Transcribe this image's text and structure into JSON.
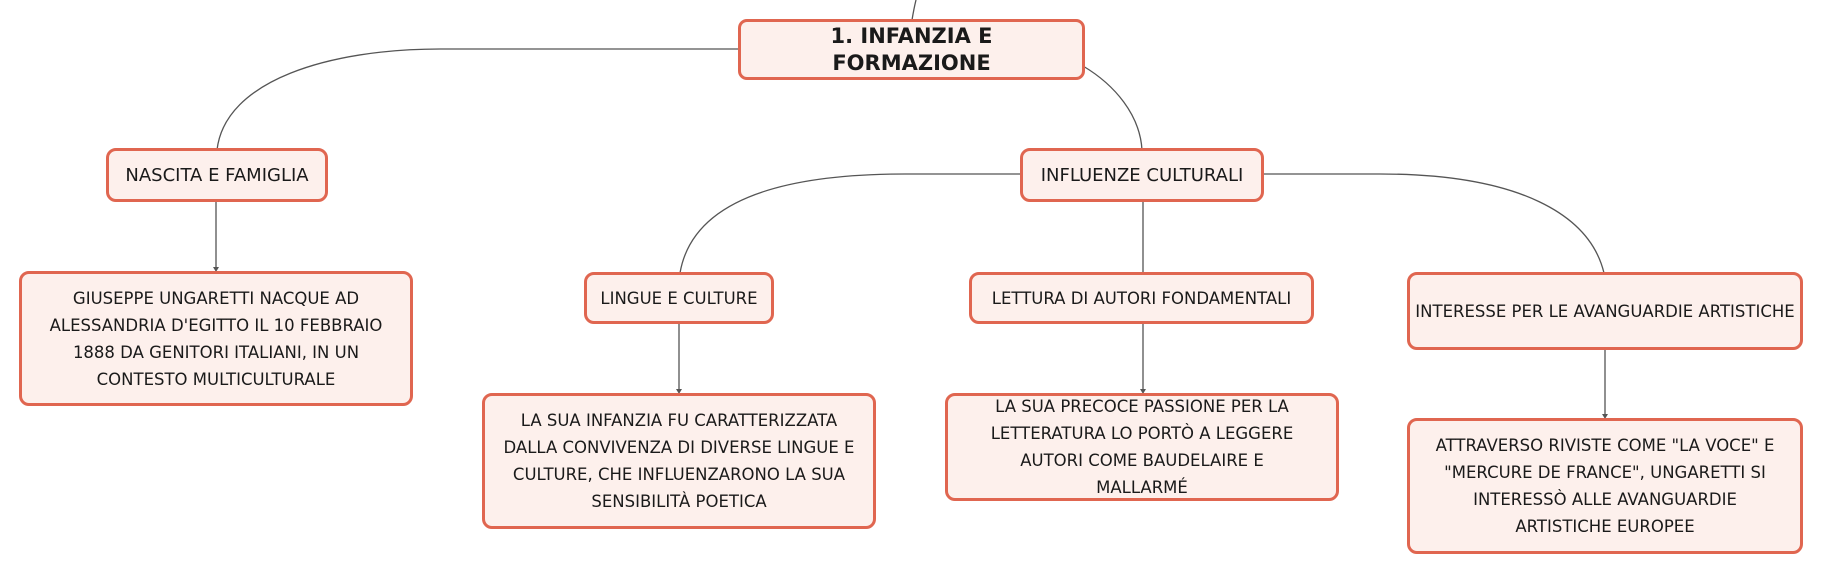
{
  "mindmap": {
    "root": {
      "label": "1. INFANZIA E FORMAZIONE"
    },
    "nascita": {
      "label": "NASCITA E FAMIGLIA",
      "detail": "GIUSEPPE UNGARETTI NACQUE AD ALESSANDRIA D'EGITTO IL 10 FEBBRAIO 1888 DA GENITORI ITALIANI, IN UN CONTESTO MULTICULTURALE"
    },
    "influenze": {
      "label": "INFLUENZE CULTURALI",
      "lingue": {
        "label": "LINGUE E CULTURE",
        "detail": "LA SUA INFANZIA FU CARATTERIZZATA DALLA CONVIVENZA DI DIVERSE LINGUE E CULTURE, CHE INFLUENZARONO LA SUA SENSIBILITÀ POETICA"
      },
      "lettura": {
        "label": "LETTURA DI AUTORI FONDAMENTALI",
        "detail": "LA SUA PRECOCE PASSIONE PER LA LETTERATURA LO PORTÒ A LEGGERE AUTORI COME BAUDELAIRE E MALLARMÉ"
      },
      "avanguardie": {
        "label": "INTERESSE PER LE AVANGUARDIE ARTISTICHE",
        "detail": "ATTRAVERSO RIVISTE COME \"LA VOCE\" E \"MERCURE DE FRANCE\", UNGARETTI SI INTERESSÒ ALLE AVANGUARDIE ARTISTICHE EUROPEE"
      }
    }
  },
  "colors": {
    "node_fill": "#fdf0ec",
    "node_border": "#e06650",
    "connector": "#555555"
  }
}
